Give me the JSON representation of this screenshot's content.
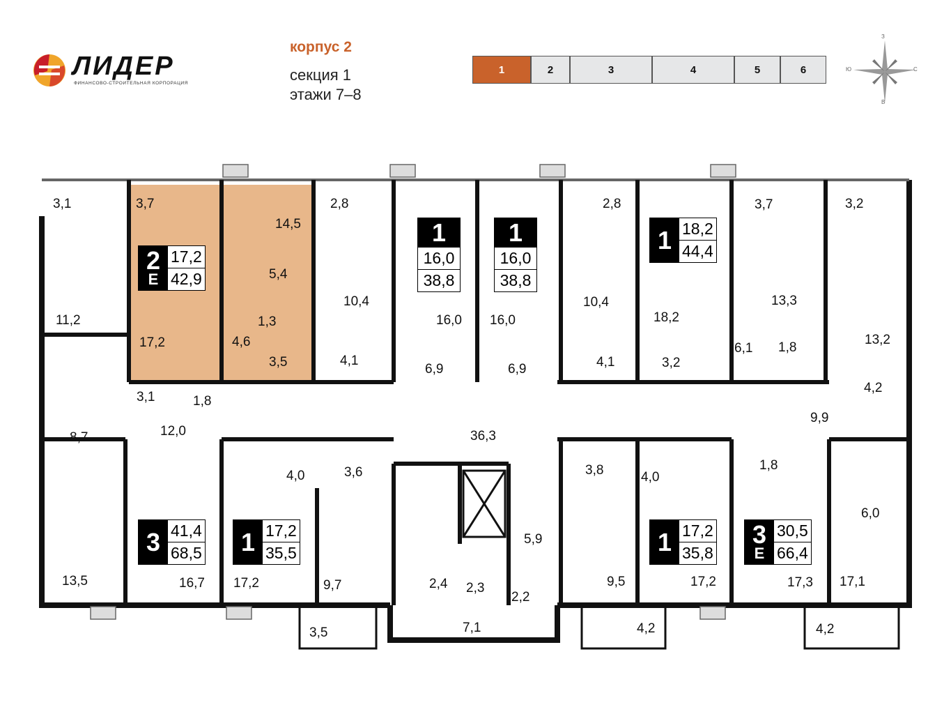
{
  "logo": {
    "name": "ЛИДЕР",
    "tagline": "ФИНАНСОВО-СТРОИТЕЛЬНАЯ КОРПОРАЦИЯ"
  },
  "header": {
    "korpus": "корпус 2",
    "section": "секция 1",
    "floors": "этажи 7–8"
  },
  "sections": [
    "1",
    "2",
    "3",
    "4",
    "5",
    "6"
  ],
  "active_section": "1",
  "compass": {
    "n": "З",
    "s": "В",
    "w": "Ю",
    "e": "С"
  },
  "colors": {
    "accent": "#c9622b",
    "highlight": "#e8b78a"
  },
  "apartments": [
    {
      "rooms": "2",
      "suffix": "Е",
      "living": "17,2",
      "total": "42,9"
    },
    {
      "rooms": "1",
      "suffix": "",
      "living": "16,0",
      "total": "38,8"
    },
    {
      "rooms": "1",
      "suffix": "",
      "living": "16,0",
      "total": "38,8"
    },
    {
      "rooms": "1",
      "suffix": "",
      "living": "18,2",
      "total": "44,4"
    },
    {
      "rooms": "3",
      "suffix": "",
      "living": "41,4",
      "total": "68,5"
    },
    {
      "rooms": "1",
      "suffix": "",
      "living": "17,2",
      "total": "35,5"
    },
    {
      "rooms": "1",
      "suffix": "",
      "living": "17,2",
      "total": "35,8"
    },
    {
      "rooms": "3",
      "suffix": "Е",
      "living": "30,5",
      "total": "66,4"
    }
  ],
  "rooms": [
    "3,1",
    "3,7",
    "14,5",
    "2,8",
    "2,8",
    "3,7",
    "3,2",
    "5,4",
    "10,4",
    "10,4",
    "13,3",
    "11,2",
    "1,3",
    "16,0",
    "16,0",
    "18,2",
    "13,2",
    "17,2",
    "4,6",
    "6,1",
    "1,8",
    "3,5",
    "4,1",
    "4,1",
    "3,2",
    "6,9",
    "6,9",
    "4,2",
    "3,1",
    "1,8",
    "9,9",
    "12,0",
    "36,3",
    "8,7",
    "3,6",
    "3,8",
    "4,0",
    "4,0",
    "1,8",
    "6,0",
    "5,9",
    "13,5",
    "16,7",
    "17,2",
    "9,7",
    "2,4",
    "2,3",
    "2,2",
    "9,5",
    "17,2",
    "17,3",
    "17,1",
    "3,5",
    "7,1",
    "4,2",
    "4,2"
  ]
}
